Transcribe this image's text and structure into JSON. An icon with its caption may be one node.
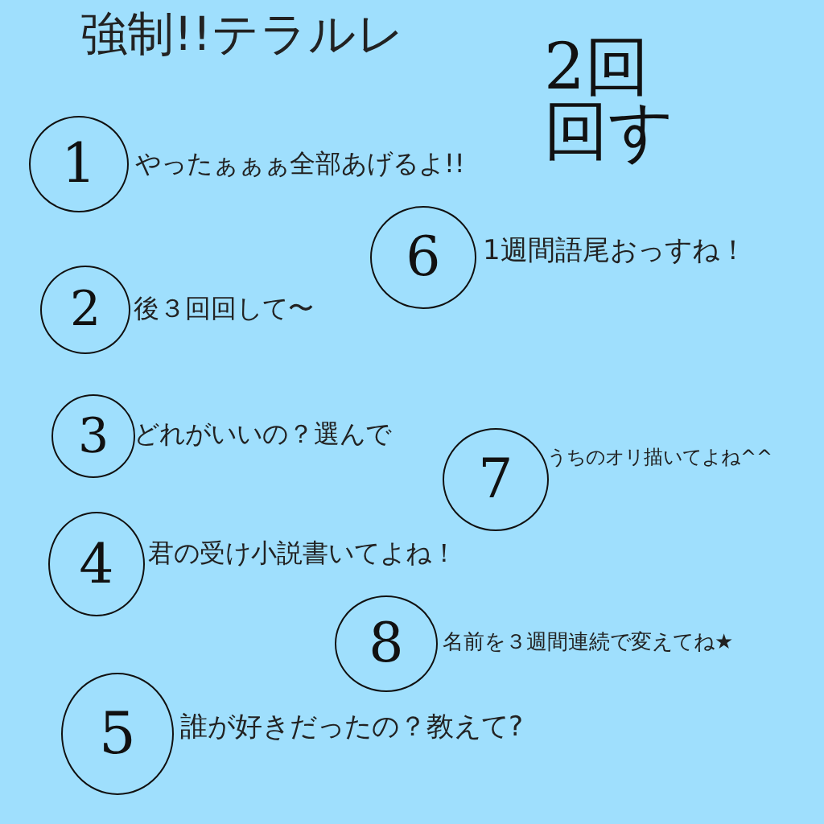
{
  "diagram": {
    "title": "強制!!テラルレ",
    "nodes": [
      {
        "text": [
          "1"
        ],
        "beside": [
          "やったぁぁぁ全部あげるよ!!"
        ]
      },
      {
        "text": [
          "6"
        ],
        "beside": [
          "1週間語尾おっすね！"
        ]
      },
      {
        "text": [
          "2"
        ],
        "beside": [
          "後３回回して〜"
        ]
      },
      {
        "text": [
          "3"
        ],
        "beside": [
          "どれがいいの？選んで"
        ]
      },
      {
        "text": [
          "7"
        ],
        "beside": [
          "うちのオリ描いてよね^^"
        ]
      },
      {
        "text": [
          "4"
        ],
        "beside": [
          "君の受け小説書いてよね！"
        ]
      },
      {
        "text": [
          "8"
        ],
        "beside": [
          "名前を３週間連続で変えてね★"
        ]
      },
      {
        "text": [
          "5"
        ],
        "beside": [
          "誰が好きだったの？教えて?"
        ]
      }
    ],
    "labels": [
      "2回回す"
    ]
  }
}
